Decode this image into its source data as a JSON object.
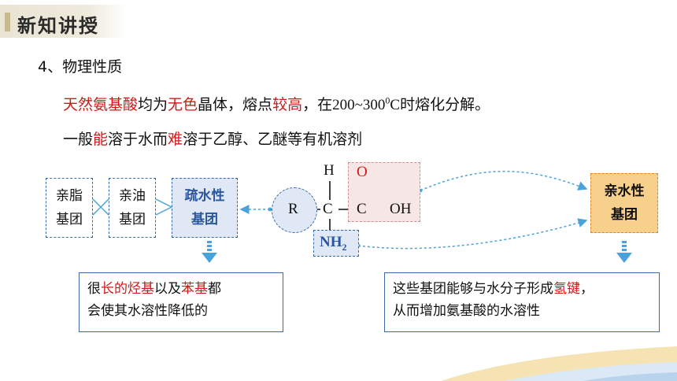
{
  "header": {
    "title": "新知讲授"
  },
  "section": {
    "title": "4、物理性质"
  },
  "line1": {
    "a": "天然氨基酸",
    "b": "均为",
    "c": "无色",
    "d": "晶体，熔点",
    "e": "较高",
    "f": "，在",
    "g": "200~300",
    "h": "0",
    "i": "C",
    "j": "时熔化分解。"
  },
  "line2": {
    "a": "一般",
    "b": "能",
    "c": "溶于水而",
    "d": "难",
    "e": "溶于乙醇、乙醚等有机溶剂"
  },
  "boxes": {
    "lipophilic": [
      "亲脂",
      "基团"
    ],
    "oleophilic": [
      "亲油",
      "基团"
    ],
    "hydrophobic": [
      "疏水性",
      "基团"
    ],
    "hydrophilic": [
      "亲水性",
      "基团"
    ]
  },
  "structure": {
    "h": "H",
    "o": "O",
    "r": "R",
    "c1": "C",
    "c2": "C",
    "oh": "OH",
    "nh": "NH",
    "sub2": "2"
  },
  "note_left": {
    "a": "很",
    "b": "长的烃基",
    "c": "以及",
    "d": "苯基",
    "e": "都",
    "f": "会使其水溶性降低的"
  },
  "note_right": {
    "a": "这些基团能够与水分子形成",
    "b": "氢键",
    "c": "，",
    "d": "从而增加氨基酸的水溶性"
  },
  "colors": {
    "accent_red": "#d01818",
    "blue": "#3b6aa8",
    "orange": "#f7d08b"
  }
}
